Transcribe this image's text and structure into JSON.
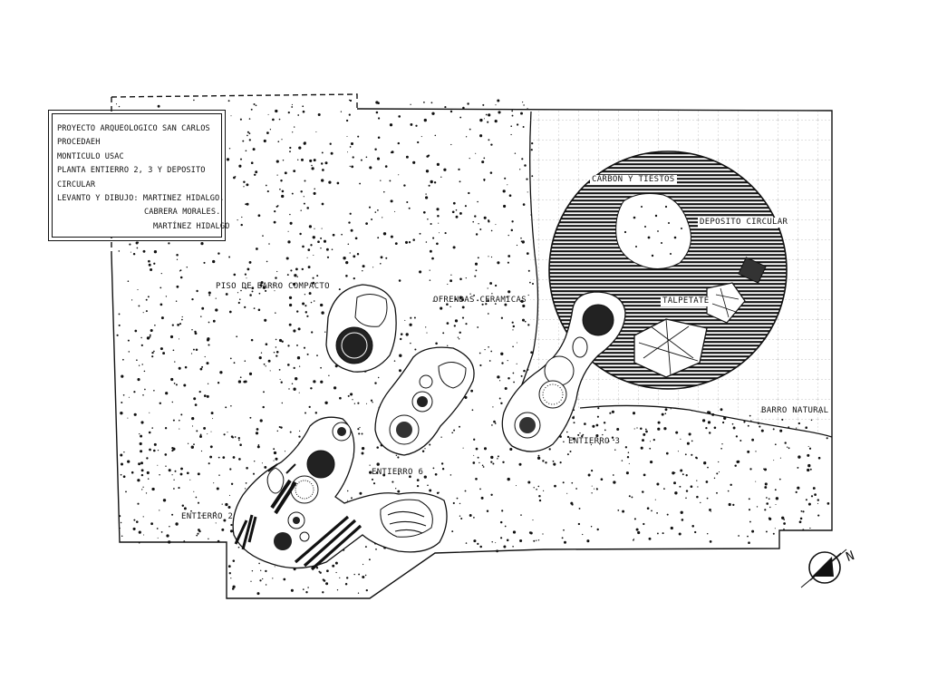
{
  "title_block": {
    "line1": "PROYECTO ARQUEOLOGICO SAN CARLOS",
    "line2": "PROCEDAEH",
    "line3": "MONTICULO USAC",
    "line4": "PLANTA ENTIERRO 2, 3 Y DEPOSITO",
    "line5": "CIRCULAR",
    "line6": "LEVANTO Y DIBUJO: MARTINEZ HIDALGO.",
    "line7": "CABRERA MORALES.",
    "line8": "MARTÍNEZ HIDALGO"
  },
  "labels": {
    "piso": "PISO DE BARRO COMPACTO",
    "ofrendas": "OFRENDAS CERAMICAS",
    "carbon": "CARBON Y TIESTOS",
    "deposito": "DEPOSITO CIRCULAR",
    "talpetate": "TALPETATE",
    "barro_natural": "BARRO NATURAL",
    "entierro3": "ENTIERRO 3",
    "entierro6": "ENTIERRO 6",
    "entierro2": "ENTIERRO 2",
    "north": "N"
  }
}
